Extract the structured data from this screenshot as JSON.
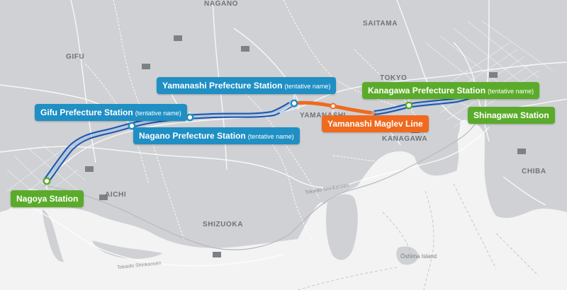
{
  "colors": {
    "line": "#1e55a8",
    "maglev": "#ef6a1e",
    "blue_callout": "#1f8fc4",
    "green_callout": "#5bab2b",
    "orange_callout": "#ef6a1e",
    "sea": "#f2f2f2",
    "land": "#cfd1d4"
  },
  "regions": {
    "nagano": "NAGANO",
    "saitama": "SAITAMA",
    "gifu": "GIFU",
    "tokyo": "TOKYO",
    "yamanashi": "YAMANASHI",
    "kanagawa": "KANAGAWA",
    "aichi": "AICHI",
    "shizuoka": "SHIZUOKA",
    "chiba": "CHIBA"
  },
  "island": "Ōshima Island",
  "roads": {
    "shinkansen_upper": "Tokaido Shinkansen",
    "shinkansen_lower": "Tokaido Shinkansen"
  },
  "stations": {
    "yamanashi": {
      "name": "Yamanashi Prefecture Station",
      "note": "(tentative name)"
    },
    "gifu": {
      "name": "Gifu Prefecture Station",
      "note": "(tentative name)"
    },
    "nagano": {
      "name": "Nagano Prefecture Station",
      "note": "(tentative name)"
    },
    "kanagawa": {
      "name": "Kanagawa Prefecture Station",
      "note": "(tentative name)"
    },
    "shinagawa": {
      "name": "Shinagawa Station"
    },
    "nagoya": {
      "name": "Nagoya Station"
    }
  },
  "maglev_line": "Yamanashi Maglev Line"
}
